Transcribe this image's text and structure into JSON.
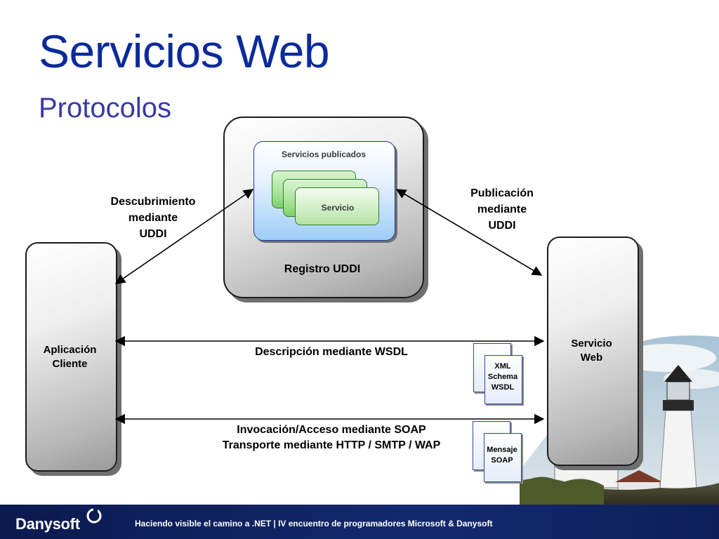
{
  "title": "Servicios Web",
  "subtitle": "Protocolos",
  "registry": {
    "label": "Registro UDDI",
    "published_label": "Servicios publicados",
    "service_label": "Servicio"
  },
  "client": {
    "line1": "Aplicación",
    "line2": "Cliente"
  },
  "web_service": {
    "line1": "Servicio",
    "line2": "Web"
  },
  "discovery": {
    "line1": "Descubrimiento",
    "line2": "mediante",
    "line3": "UDDI"
  },
  "publication": {
    "line1": "Publicación",
    "line2": "mediante",
    "line3": "UDDI"
  },
  "description": "Descripción  mediante WSDL",
  "invocation": {
    "line1": "Invocación/Acceso mediante SOAP",
    "line2": "Transporte mediante HTTP / SMTP / WAP"
  },
  "doc_wsdl": {
    "line1": "XML",
    "line2": "Schema",
    "line3": "WSDL"
  },
  "doc_soap": {
    "line1": "Mensaje",
    "line2": "SOAP"
  },
  "footer": {
    "brand": "Danysoft",
    "tagline": "Haciendo visible el camino a .NET  |  IV encuentro de programadores Microsoft & Danysoft"
  },
  "colors": {
    "title": "#0b2b9a",
    "subtitle": "#3a3aa6",
    "footer": "#0b1a4f"
  }
}
